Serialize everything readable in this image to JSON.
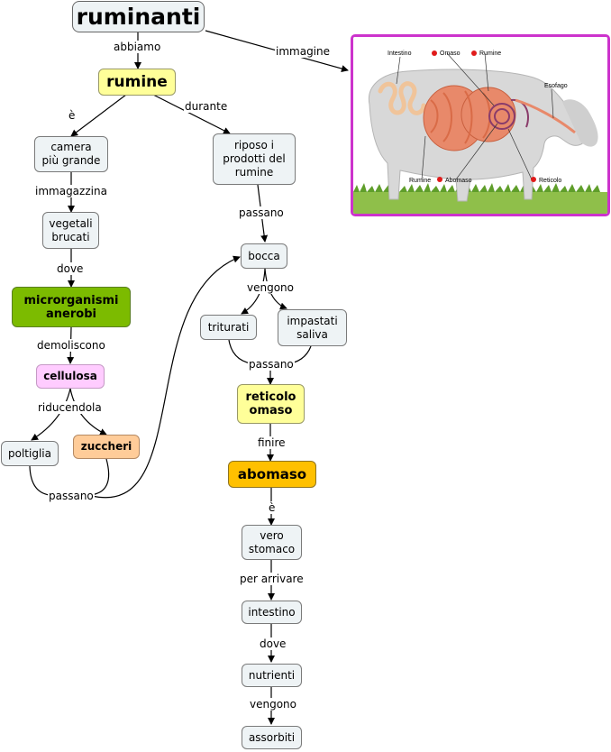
{
  "nodes": {
    "ruminanti": "ruminanti",
    "rumine": "rumine",
    "camera": "camera\npiù grande",
    "vegetali": "vegetali\nbrucati",
    "microrganismi": "microrganismi\nanerobi",
    "cellulosa": "cellulosa",
    "poltiglia": "poltiglia",
    "zuccheri": "zuccheri",
    "riposo": "riposo i\nprodotti del\nrumine",
    "bocca": "bocca",
    "triturati": "triturati",
    "impastati": "impastati\nsaliva",
    "reticolo": "reticolo\nomaso",
    "abomaso": "abomaso",
    "vero": "vero\nstomaco",
    "intestino": "intestino",
    "nutrienti": "nutrienti",
    "assorbiti": "assorbiti"
  },
  "links": {
    "abbiamo": "abbiamo",
    "immagine": "immagine",
    "e1": "è",
    "durante": "durante",
    "immagazzina": "immagazzina",
    "dove1": "dove",
    "demoliscono": "demoliscono",
    "riducendola": "riducendola",
    "passano_left": "passano",
    "passano_right": "passano",
    "vengono1": "vengono",
    "passano_mid": "passano",
    "finire": "finire",
    "e2": "è",
    "per_arrivare": "per arrivare",
    "dove2": "dove",
    "vengono2": "vengono"
  },
  "image": {
    "labels": {
      "intestino": "Intestino",
      "omaso": "Omaso",
      "rumine": "Rumine",
      "esofago": "Esofago",
      "rumine2": "Rumine",
      "abomaso": "Abomaso",
      "reticolo": "Reticolo"
    }
  },
  "colors": {
    "yellow": "#ffff99",
    "green": "#7cbb00",
    "pink": "#ffccff",
    "peach": "#ffcc99",
    "gold": "#ffc000",
    "node": "#eef3f5",
    "frame": "#cc33cc"
  }
}
